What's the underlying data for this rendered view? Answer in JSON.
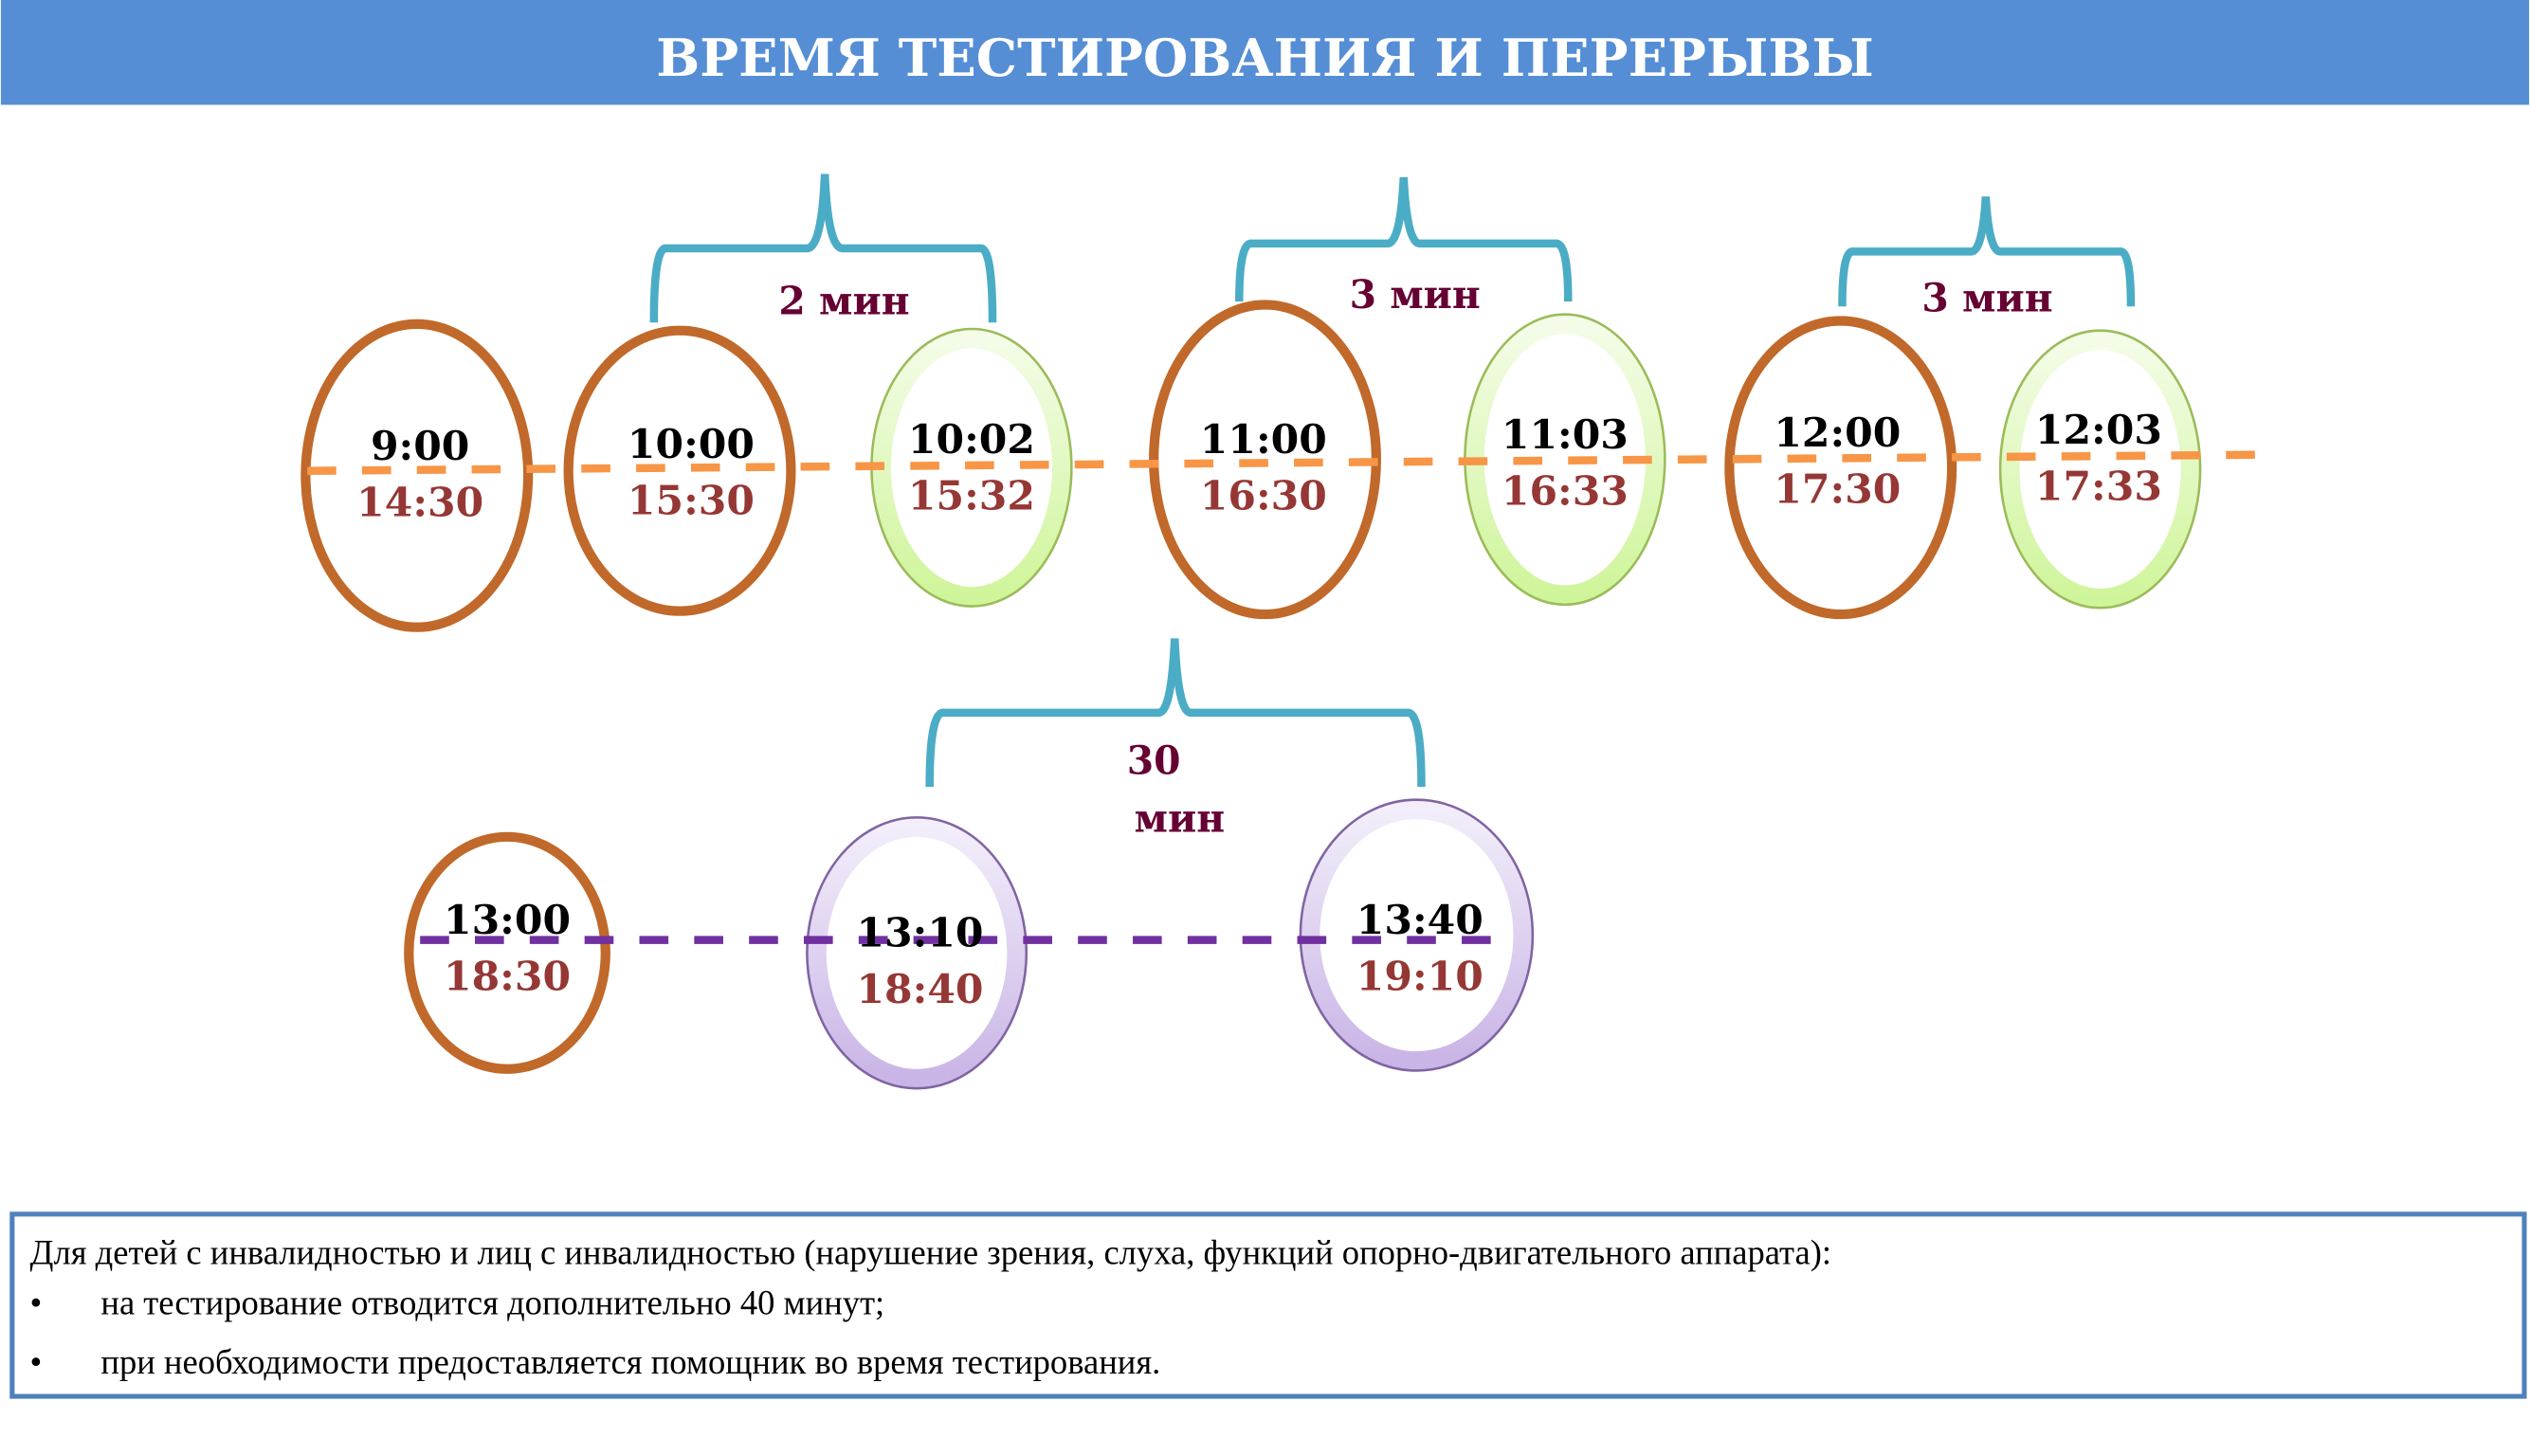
{
  "header": {
    "title": "ВРЕМЯ ТЕСТИРОВАНИЯ И ПЕРЕРЫВЫ"
  },
  "row1": [
    {
      "top": "9:00",
      "bottom": "14:30",
      "kind": "test"
    },
    {
      "top": "10:00",
      "bottom": "15:30",
      "kind": "test"
    },
    {
      "top": "10:02",
      "bottom": "15:32",
      "kind": "break"
    },
    {
      "top": "11:00",
      "bottom": "16:30",
      "kind": "test"
    },
    {
      "top": "11:03",
      "bottom": "16:33",
      "kind": "break"
    },
    {
      "top": "12:00",
      "bottom": "17:30",
      "kind": "test"
    },
    {
      "top": "12:03",
      "bottom": "17:33",
      "kind": "break"
    }
  ],
  "row2": [
    {
      "top": "13:00",
      "bottom": "18:30",
      "kind": "test"
    },
    {
      "top": "13:10",
      "bottom": "18:40",
      "kind": "lunch"
    },
    {
      "top": "13:40",
      "bottom": "19:10",
      "kind": "lunch"
    }
  ],
  "braces": [
    {
      "label": "2 мин"
    },
    {
      "label": "3 мин"
    },
    {
      "label": "3 мин"
    },
    {
      "label_line1": "30",
      "label_line2": "мин"
    }
  ],
  "note": {
    "intro": "Для детей с инвалидностью и лиц с инвалидностью (нарушение зрения, слуха, функций опорно-двигательного аппарата):",
    "bullets": [
      "на тестирование отводится дополнительно 40 минут;",
      "при необходимости предоставляется помощник во время тестирования."
    ],
    "bullet_symbol": "•"
  },
  "colors": {
    "header": "#558ED5",
    "test_ring": "#C0692A",
    "break_ring": "#D9F5B0",
    "lunch_ring": "#D9CCEE",
    "orange_line": "#F79646",
    "purple_line": "#7030A0",
    "brace": "#4BACC6",
    "brace_label": "#660033",
    "time_bottom": "#953735",
    "note_border": "#4F81BD"
  }
}
